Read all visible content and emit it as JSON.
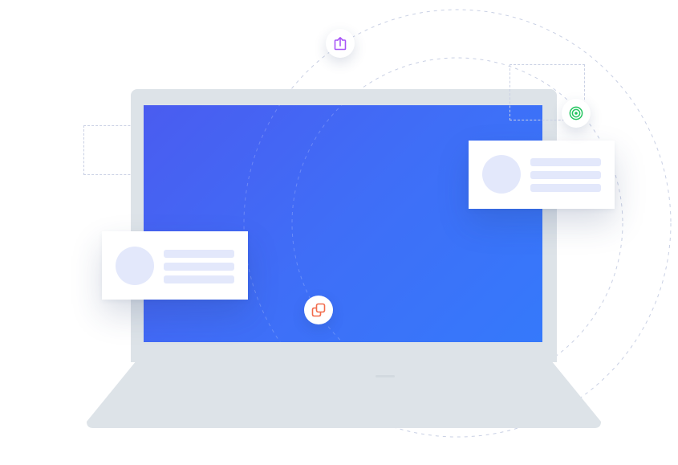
{
  "illustration": {
    "cards": [
      {
        "name": "profile-card-left",
        "avatar": "avatar-placeholder",
        "lines": 3
      },
      {
        "name": "profile-card-right",
        "avatar": "avatar-placeholder",
        "lines": 3
      }
    ],
    "icons": [
      {
        "name": "upload-icon",
        "color": "#a855f7"
      },
      {
        "name": "target-icon",
        "color": "#22c55e"
      },
      {
        "name": "copy-icon",
        "color": "#f26b4b"
      }
    ],
    "colors": {
      "screen_start": "#4a5cf0",
      "screen_end": "#3579fb",
      "laptop_body": "#dde3e8",
      "placeholder": "#e3e8fb",
      "dashed_lines": "#c9d0e4"
    }
  }
}
